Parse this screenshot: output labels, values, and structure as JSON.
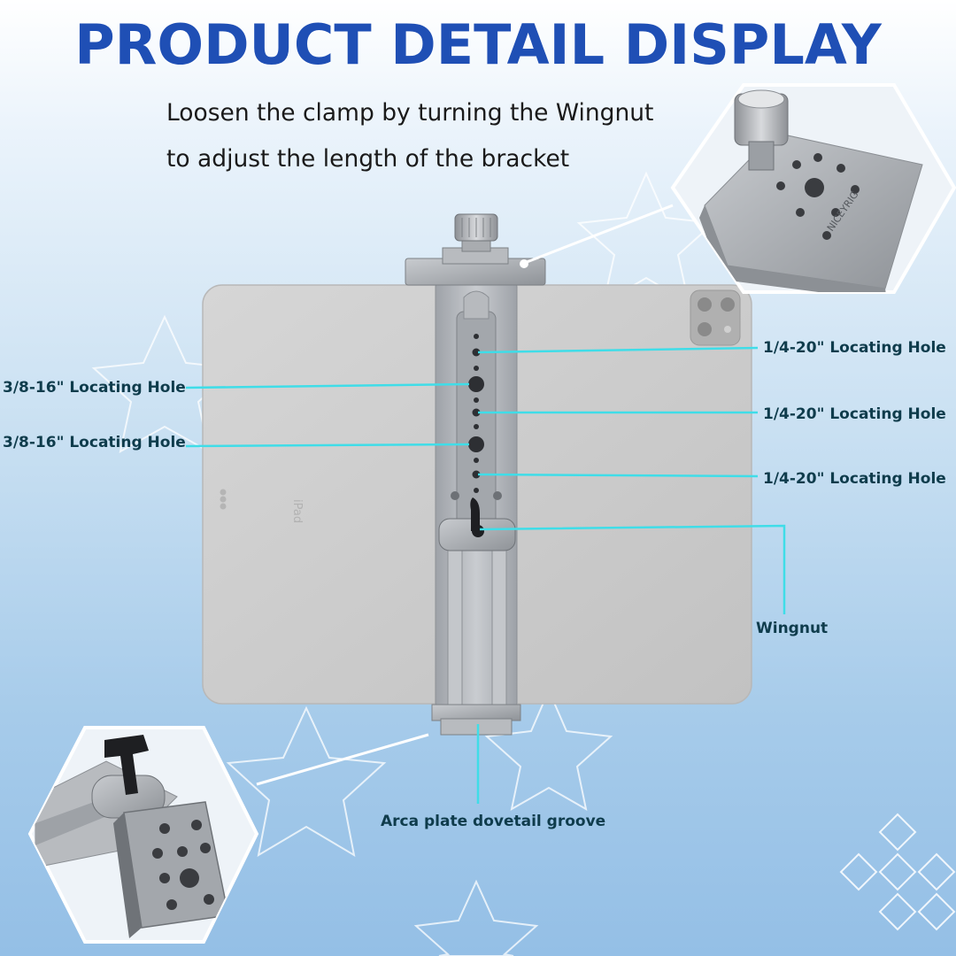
{
  "title": "PRODUCT DETAIL DISPLAY",
  "subtitle_lines": [
    "Loosen the clamp by turning the Wingnut",
    "to adjust the length of the bracket"
  ],
  "callouts": {
    "right_1": "1/4-20\" Locating Hole",
    "right_2": "1/4-20\" Locating Hole",
    "right_3": "1/4-20\" Locating Hole",
    "left_1": "3/8-16\" Locating Hole",
    "left_2": "3/8-16\" Locating Hole",
    "wingnut": "Wingnut",
    "arca": "Arca plate dovetail groove"
  },
  "engraving": "NICEYRIG",
  "tablet_marks": [
    "iPad"
  ],
  "colors": {
    "title": "#1f4fb5",
    "leader_line": "#3fdde8",
    "callout_text": "#0f3c4c",
    "tablet": "#cbcbcb",
    "bracket": "#b3b6bb"
  }
}
